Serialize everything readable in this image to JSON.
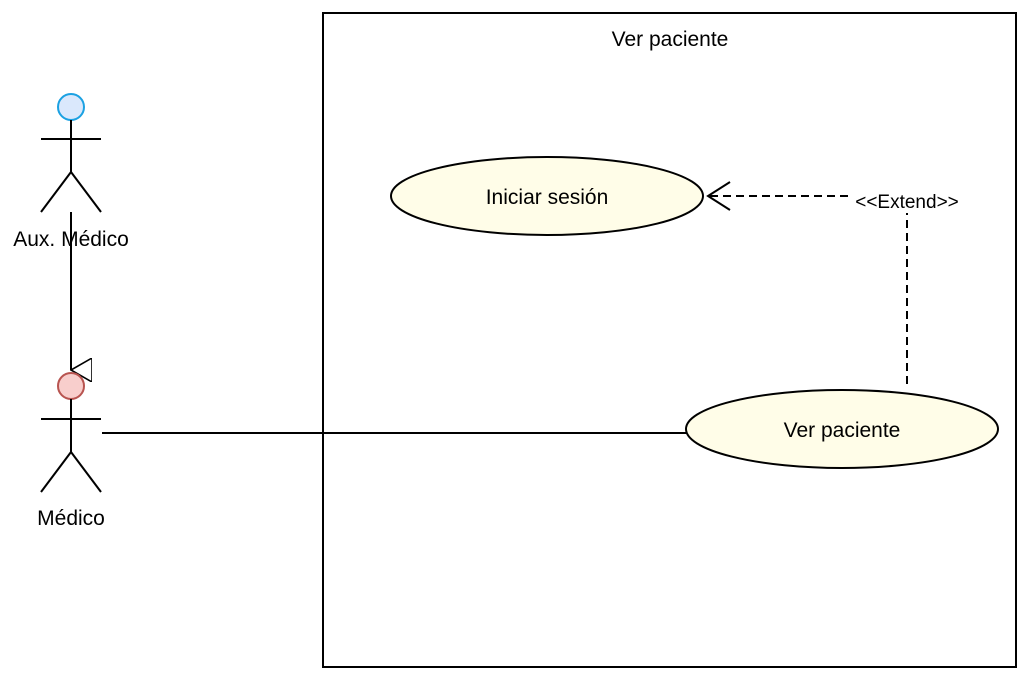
{
  "system": {
    "title": "Ver paciente"
  },
  "actors": [
    {
      "name": "Aux. Médico",
      "head_color": "#1ba1e2",
      "head_fill": "#dae8fc"
    },
    {
      "name": "Médico",
      "head_color": "#b85450",
      "head_fill": "#f8cecc"
    }
  ],
  "use_cases": {
    "login": "Iniciar sesión",
    "view_patient": "Ver paciente"
  },
  "relations": {
    "extend_label": "<<Extend>>"
  },
  "colors": {
    "use_case_fill": "#fffde8",
    "line": "#000000"
  }
}
